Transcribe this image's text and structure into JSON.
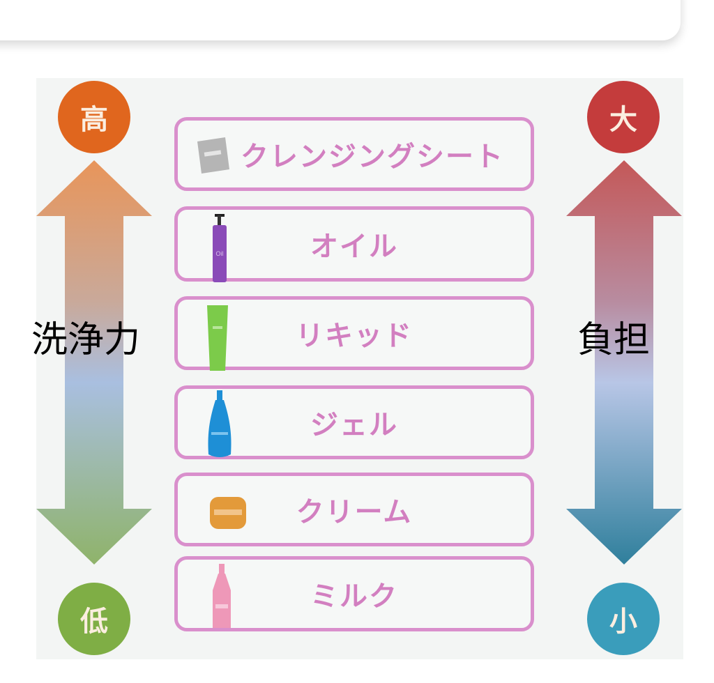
{
  "top_card": {},
  "diagram": {
    "left_axis": {
      "label": "洗浄力",
      "top_badge": "高",
      "bottom_badge": "低",
      "top_color": "#e0661e",
      "bottom_color": "#7fae45",
      "gradient": [
        "#e8955a",
        "#c9a99a",
        "#a9bfe0",
        "#8fb36a"
      ]
    },
    "right_axis": {
      "label": "負担",
      "top_badge": "大",
      "bottom_badge": "小",
      "top_color": "#c43c3c",
      "bottom_color": "#3a9dbb",
      "gradient": [
        "#c45858",
        "#b88ca0",
        "#b8c6e6",
        "#2f7f9c"
      ]
    },
    "items": [
      {
        "label": "クレンジングシート",
        "icon": "sheet-icon",
        "icon_color": "#b5b5b5"
      },
      {
        "label": "オイル",
        "icon": "oil-bottle-icon",
        "icon_color": "#8a4bb8"
      },
      {
        "label": "リキッド",
        "icon": "tube-icon",
        "icon_color": "#7ccb4a"
      },
      {
        "label": "ジェル",
        "icon": "gel-bottle-icon",
        "icon_color": "#1e8fd6"
      },
      {
        "label": "クリーム",
        "icon": "cream-jar-icon",
        "icon_color": "#e39a3a"
      },
      {
        "label": "ミルク",
        "icon": "milk-bottle-icon",
        "icon_color": "#ee98b8"
      }
    ],
    "box_border_color": "#d98fcc",
    "label_color": "#d27fc0"
  }
}
